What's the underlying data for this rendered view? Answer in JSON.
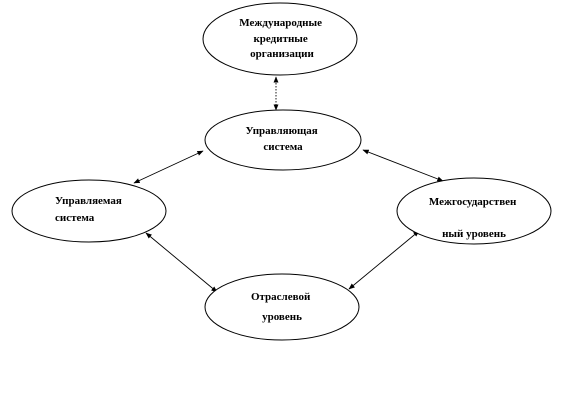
{
  "diagram": {
    "nodes": {
      "international_orgs": {
        "line1": "Международные",
        "line2": "кредитные",
        "line3": "организации"
      },
      "managing_system": {
        "line1": "Управляющая",
        "line2": "система"
      },
      "managed_system": {
        "line1": "Управляемая",
        "line2": "система"
      },
      "interstate_level": {
        "line1": "Межгосударствен",
        "line2": "ный уровень"
      },
      "sectoral_level": {
        "line1": "Отраслевой",
        "line2": "уровень"
      }
    },
    "edges": [
      {
        "from": "international_orgs",
        "to": "managing_system",
        "style": "dotted",
        "arrows": "both"
      },
      {
        "from": "managing_system",
        "to": "managed_system",
        "style": "solid",
        "arrows": "both"
      },
      {
        "from": "managing_system",
        "to": "interstate_level",
        "style": "solid",
        "arrows": "both"
      },
      {
        "from": "managed_system",
        "to": "sectoral_level",
        "style": "solid",
        "arrows": "both"
      },
      {
        "from": "sectoral_level",
        "to": "interstate_level",
        "style": "solid",
        "arrows": "both"
      }
    ],
    "colors": {
      "stroke": "#000000",
      "fill": "#ffffff",
      "text": "#000000"
    }
  }
}
